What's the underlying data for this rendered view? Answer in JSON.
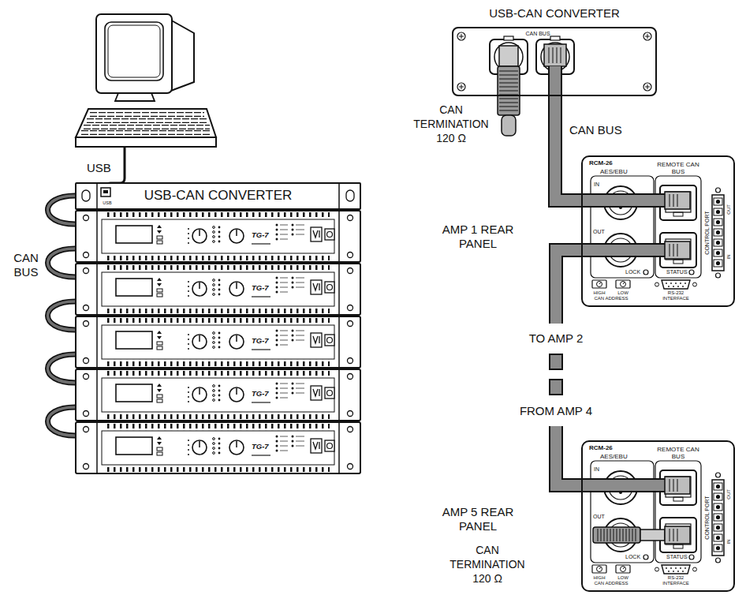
{
  "diagram": {
    "nodes": [
      {
        "text": [
          "USB-CAN CONVERTER",
          "USB"
        ]
      },
      {
        "text": [
          "TG-7"
        ]
      },
      {
        "text": [
          "TG-7"
        ]
      },
      {
        "text": [
          "TG-7"
        ]
      },
      {
        "text": [
          "TG-7"
        ]
      },
      {
        "text": [
          "TG-7"
        ]
      },
      {
        "text": [
          "USB-CAN CONVERTER",
          "CAN BUS"
        ]
      },
      {
        "text": [
          "RCM-26",
          "AES/EBU",
          "REMOTE CAN BUS",
          "IN",
          "OUT",
          "LOCK",
          "STATUS",
          "CONTROL PORT",
          "OUT",
          "IN",
          "HIGH",
          "LOW",
          "CAN ADDRESS",
          "RS-232 INTERFACE"
        ]
      },
      {
        "text": [
          "RCM-26",
          "AES/EBU",
          "REMOTE CAN BUS",
          "IN",
          "OUT",
          "LOCK",
          "STATUS",
          "CONTROL PORT",
          "OUT",
          "IN",
          "HIGH",
          "LOW",
          "CAN ADDRESS",
          "RS-232 INTERFACE"
        ]
      }
    ],
    "edges": [
      {
        "from": 0,
        "to": 1,
        "arrow": "none"
      },
      {
        "from": 1,
        "to": 2,
        "arrow": "none"
      },
      {
        "from": 2,
        "to": 3,
        "arrow": "none"
      },
      {
        "from": 3,
        "to": 4,
        "arrow": "none"
      },
      {
        "from": 4,
        "to": 5,
        "arrow": "none"
      },
      {
        "from": 6,
        "to": 7,
        "label": "CAN BUS",
        "arrow": "none"
      },
      {
        "from": 7,
        "to": 8,
        "arrow": "none"
      }
    ],
    "labels": [
      "USB",
      "CAN BUS",
      "CAN TERMINATION 120 Ω",
      "AMP 1 REAR PANEL",
      "TO AMP 2",
      "FROM AMP 4",
      "AMP 5 REAR PANEL",
      "CAN TERMINATION 120 Ω"
    ]
  }
}
